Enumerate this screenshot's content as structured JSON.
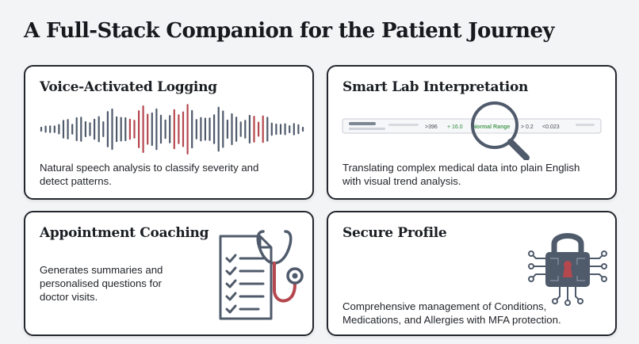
{
  "title": "A Full-Stack Companion for the Patient Journey",
  "colors": {
    "card_border": "#23272d",
    "accent_red": "#b5484f",
    "slate": "#4f5a6b",
    "normal_green": "#2e8b3a",
    "background": "#f3f4f6"
  },
  "cards": [
    {
      "title": "Voice-Activated Logging",
      "description_lines": [
        "Natural speech analysis to classify severity and",
        "detect patterns."
      ],
      "icon": "waveform-icon"
    },
    {
      "title": "Smart Lab Interpretation",
      "description_lines": [
        "Translating complex medical data into plain English",
        "with visual trend analysis."
      ],
      "icon": "magnifier-icon",
      "lab_values": [
        ">396",
        "+ 16.0",
        "Normal Range",
        "> 0.2",
        "<0.023"
      ]
    },
    {
      "title": "Appointment Coaching",
      "description_lines": [
        "Generates summaries and",
        "personalised questions for",
        "doctor visits."
      ],
      "icon": "checklist-stethoscope-icon"
    },
    {
      "title": "Secure Profile",
      "description_lines": [
        "Comprehensive management of Conditions,",
        "Medications, and Allergies with MFA protection."
      ],
      "icon": "circuit-lock-icon"
    }
  ]
}
